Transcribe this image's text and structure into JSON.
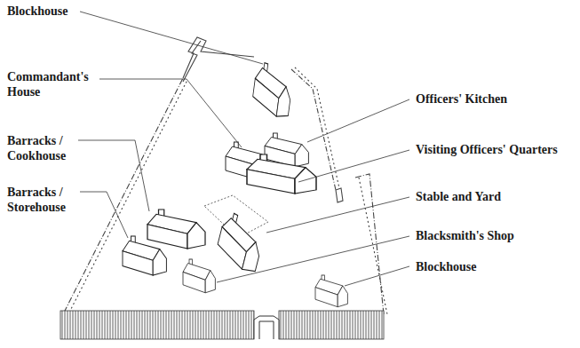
{
  "diagram": {
    "labels": [
      "Blockhouse",
      "Commandant's House",
      "Officers' Kitchen",
      "Barracks / Cookhouse",
      "Visiting Officers' Quarters",
      "Barracks / Storehouse",
      "Stable and Yard",
      "Blacksmith's Shop",
      "Blockhouse"
    ]
  }
}
